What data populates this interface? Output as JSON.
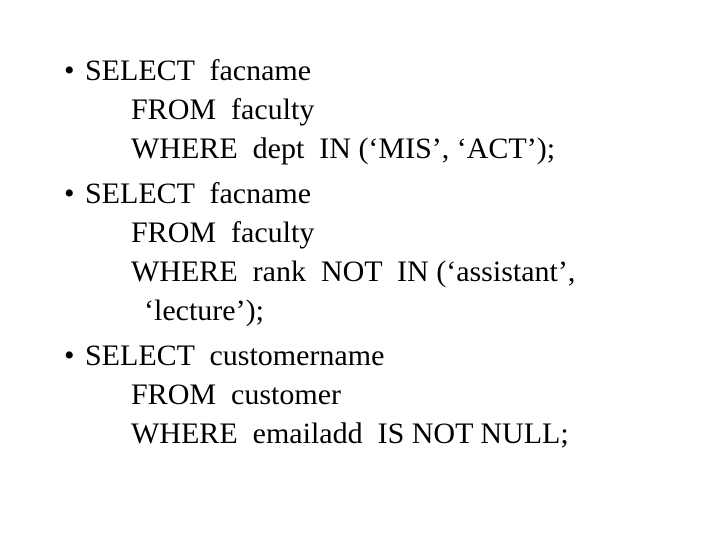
{
  "slide": {
    "background": "#ffffff",
    "text_color": "#000000",
    "bullet_char": "•",
    "bullets": [
      {
        "first_line": "SELECT  facname",
        "cont_lines": [
          "FROM  faculty",
          "WHERE  dept  IN (‘MIS’, ‘ACT’);"
        ]
      },
      {
        "first_line": "SELECT  facname",
        "cont_lines": [
          "FROM  faculty",
          "WHERE  rank  NOT  IN (‘assistant’,",
          "‘lecture’);"
        ]
      },
      {
        "first_line": "SELECT  customername",
        "cont_lines": [
          "FROM  customer",
          "WHERE  emailadd  IS NOT NULL;"
        ]
      }
    ]
  }
}
